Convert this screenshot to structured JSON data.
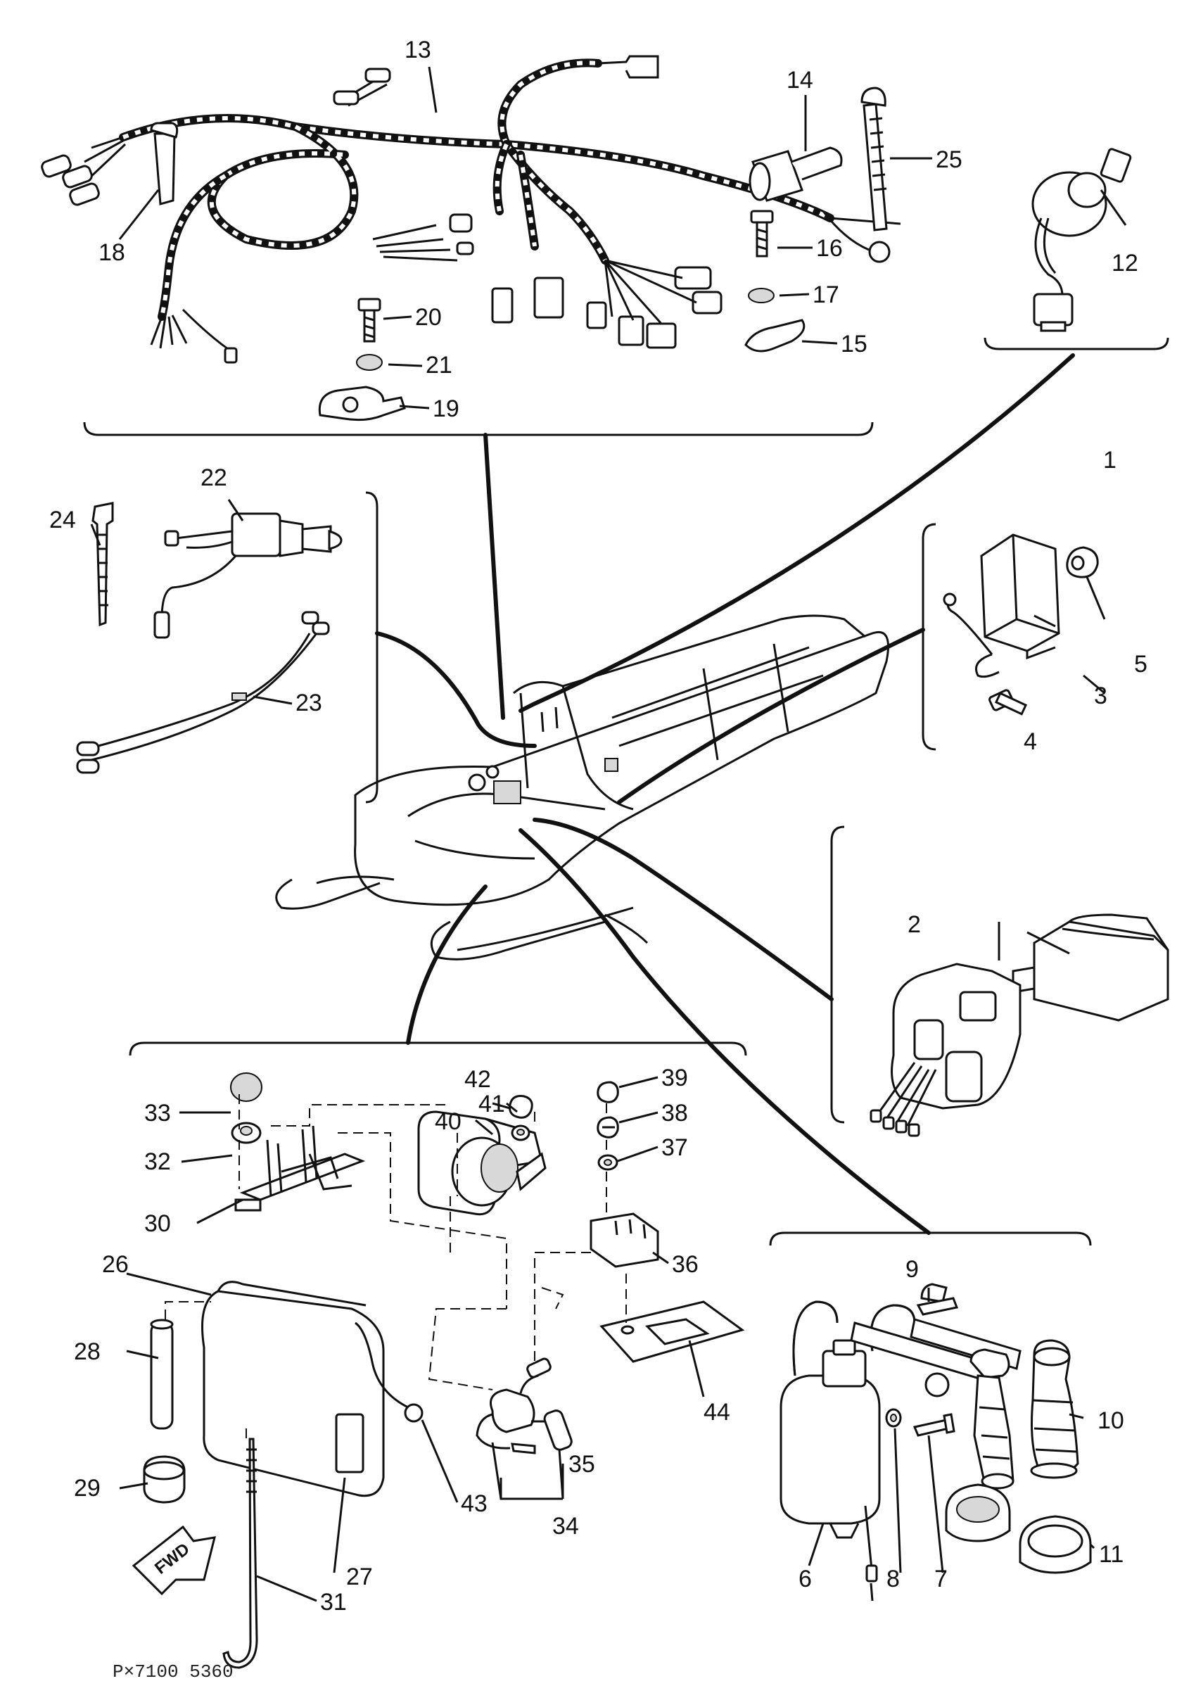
{
  "diagram": {
    "code": "P×7100 5360",
    "fwd_label": "FWD",
    "part_numbers": [
      "1",
      "2",
      "3",
      "4",
      "5",
      "6",
      "7",
      "8",
      "9",
      "10",
      "11",
      "12",
      "13",
      "14",
      "15",
      "16",
      "17",
      "18",
      "19",
      "20",
      "21",
      "22",
      "23",
      "24",
      "25",
      "26",
      "27",
      "28",
      "29",
      "30",
      "31",
      "32",
      "33",
      "34",
      "35",
      "36",
      "37",
      "38",
      "39",
      "40",
      "41",
      "42",
      "43",
      "44"
    ]
  }
}
